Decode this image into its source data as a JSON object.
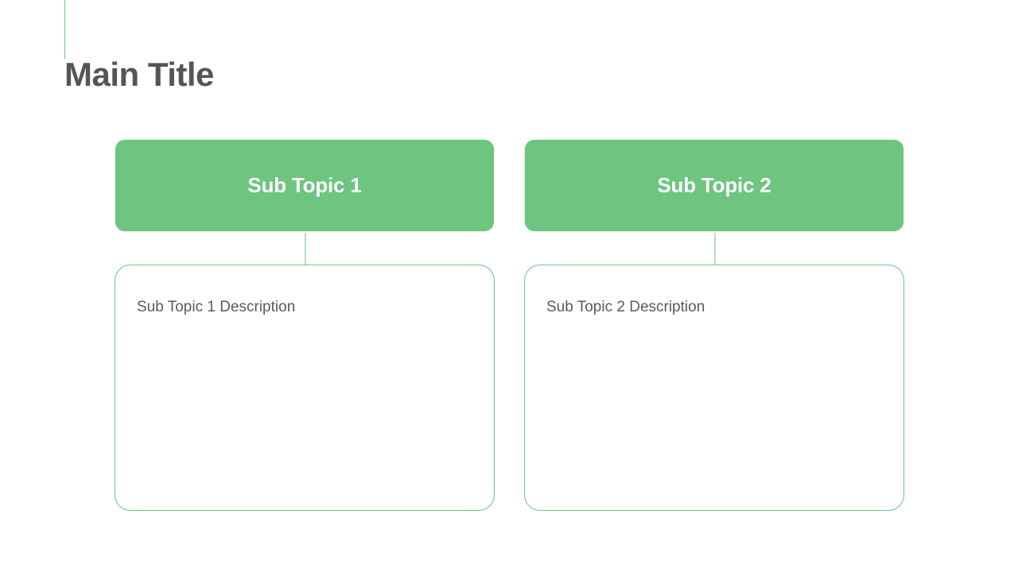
{
  "slide": {
    "title": "Main Title",
    "accent_color": "#6dc57f",
    "topics": [
      {
        "header": "Sub Topic 1",
        "description": "Sub Topic 1 Description"
      },
      {
        "header": "Sub Topic 2",
        "description": "Sub Topic 2 Description"
      }
    ]
  }
}
